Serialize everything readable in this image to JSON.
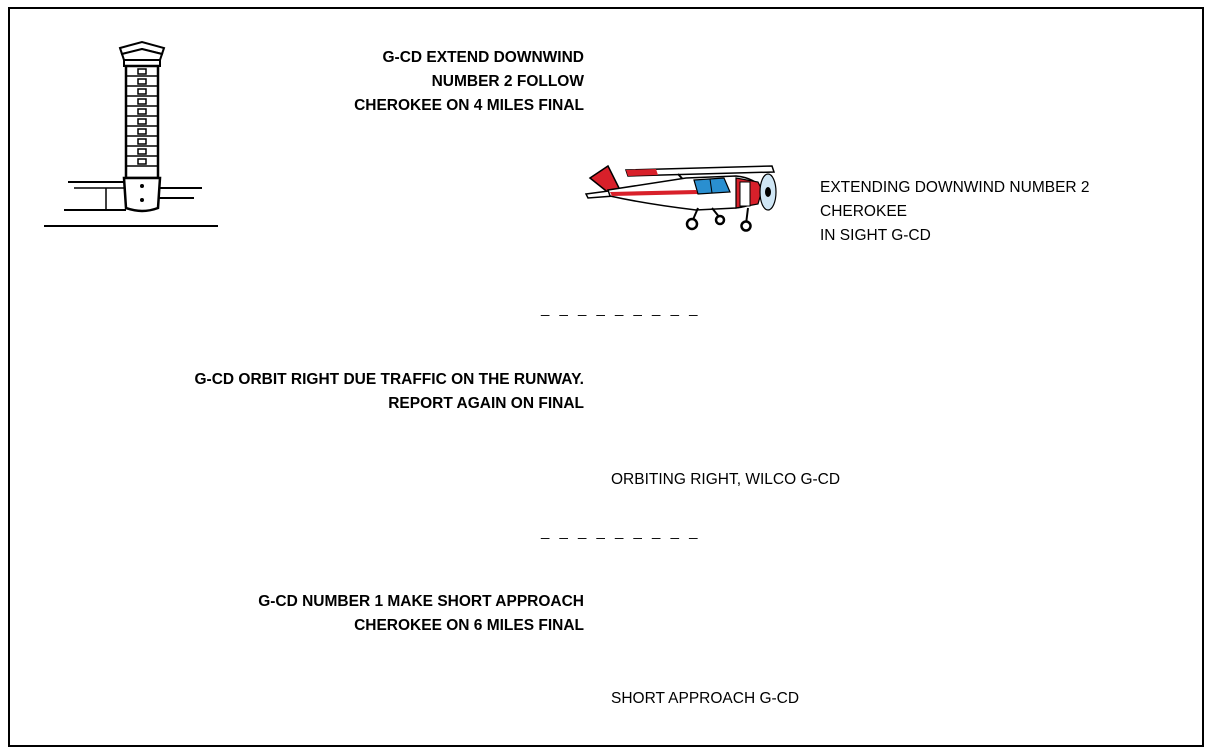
{
  "exchanges": [
    {
      "atc": [
        "G-CD EXTEND DOWNWIND",
        "NUMBER 2 FOLLOW",
        "CHEROKEE ON 4 MILES FINAL"
      ],
      "pilot": [
        "EXTENDING DOWNWIND NUMBER 2",
        "CHEROKEE",
        "IN SIGHT G-CD"
      ]
    },
    {
      "atc": [
        "G-CD ORBIT RIGHT DUE TRAFFIC ON THE RUNWAY.",
        "REPORT AGAIN ON FINAL"
      ],
      "pilot": [
        "ORBITING RIGHT, WILCO G-CD"
      ]
    },
    {
      "atc": [
        "G-CD NUMBER 1 MAKE SHORT APPROACH",
        "CHEROKEE ON 6 MILES FINAL"
      ],
      "pilot": [
        "SHORT APPROACH G-CD"
      ]
    }
  ],
  "separator": "_ _ _ _ _ _ _ _ _",
  "icons": {
    "tower": "control-tower-icon",
    "aircraft": "light-aircraft-icon"
  },
  "colors": {
    "aircraft_red": "#d8202a",
    "aircraft_blue": "#2a8fd0"
  }
}
